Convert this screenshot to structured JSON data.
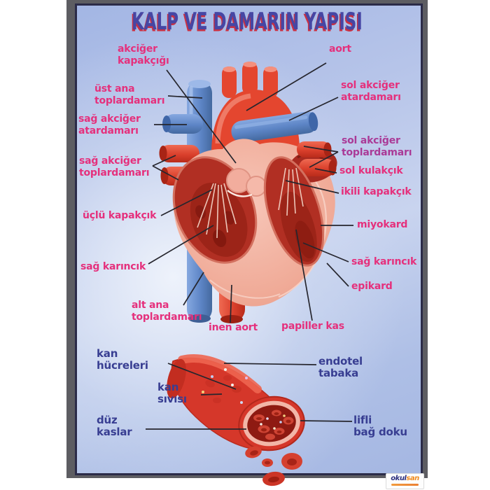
{
  "title": "KALP VE DAMARIN YAPISI",
  "colors": {
    "label_pink": "#e5307c",
    "label_purple": "#aa3a97",
    "label_navy": "#383e92",
    "title_blue": "#4646a4",
    "title_shadow_red": "#c93043",
    "artery_red": "#e4462f",
    "vein_blue": "#5d85c6",
    "heart_pink": "#efa794",
    "chamber_dark_red": "#b12f23",
    "poster_bg_top": "#a3b6e4",
    "poster_bg_light": "#dfe5f4"
  },
  "labels": {
    "akciger_kapakcigi": [
      "akciğer",
      "kapakçığı"
    ],
    "ust_ana_toplardamari": [
      "üst ana",
      "toplardamarı"
    ],
    "sag_akciger_atardamari": [
      "sağ akciğer",
      "atardamarı"
    ],
    "sag_akciger_toplardamari": [
      "sağ akciğer",
      "toplardamarı"
    ],
    "uclu_kapakcik": [
      "üçlü kapakçık"
    ],
    "sag_karincik_sol": [
      "sağ karıncık"
    ],
    "alt_ana_toplardamari": [
      "alt ana",
      "toplardamarı"
    ],
    "inen_aort": [
      "inen aort"
    ],
    "papiller_kas": [
      "papiller kas"
    ],
    "aort": [
      "aort"
    ],
    "sol_akciger_atardamari": [
      "sol akciğer",
      "atardamarı"
    ],
    "sol_akciger_toplardamari": [
      "sol akciğer",
      "toplardamarı"
    ],
    "sol_kulakcik": [
      "sol kulakçık"
    ],
    "ikili_kapakcik": [
      "ikili kapakçık"
    ],
    "miyokard": [
      "miyokard"
    ],
    "sag_karincik_sag": [
      "sağ karıncık"
    ],
    "epikard": [
      "epikard"
    ],
    "kan_hucreleri": [
      "kan",
      "hücreleri"
    ],
    "kan_sivisi": [
      "kan",
      "sıvısı"
    ],
    "duz_kaslar": [
      "düz",
      "kaslar"
    ],
    "endotel_tabaka": [
      "endotel",
      "tabaka"
    ],
    "lifli_bag_doku": [
      "lifli",
      "bağ doku"
    ]
  },
  "logo": {
    "part1": "okul",
    "part2": "san"
  }
}
